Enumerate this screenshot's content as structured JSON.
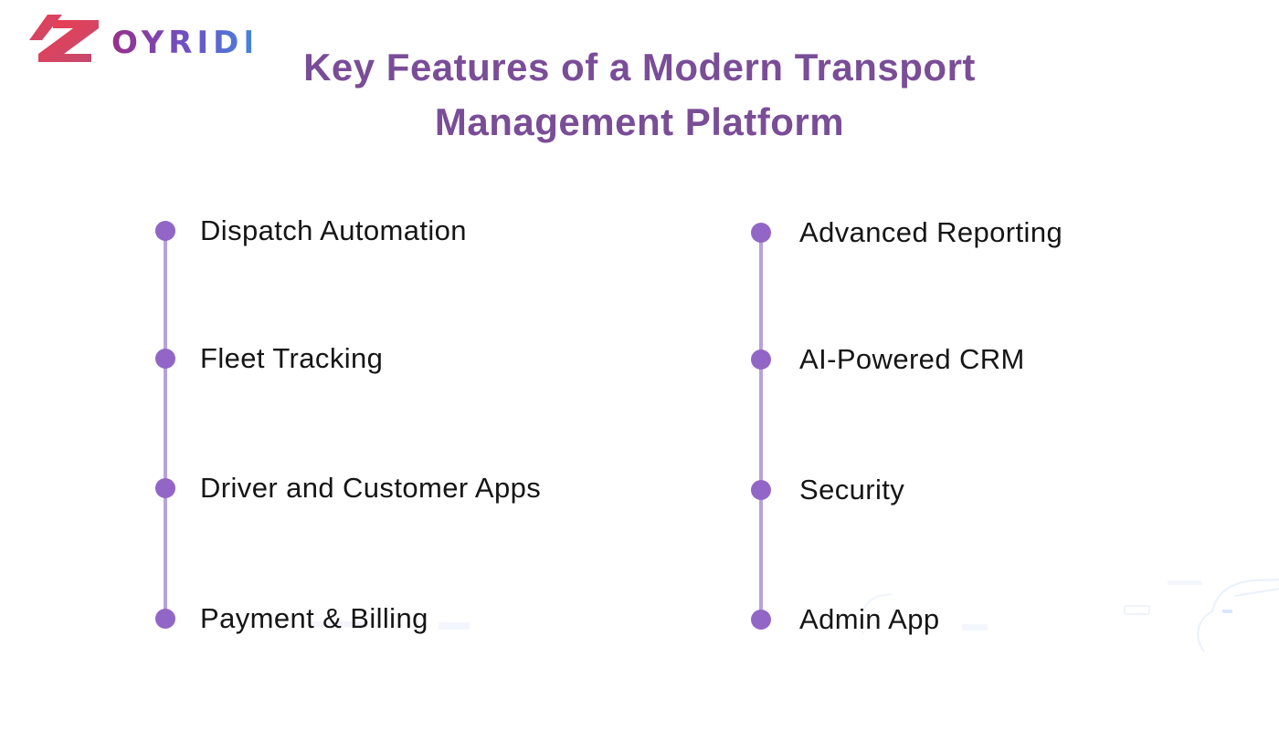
{
  "logo": {
    "brand": "ZOYRIDE",
    "letters": "OYRIDE",
    "mark_color_start": "#EE3D4E",
    "mark_color_end": "#C24A73",
    "letters_color_start": "#98308C",
    "letters_color_mid": "#6C53C5",
    "letters_color_end": "#3B8FE4"
  },
  "title": {
    "line1": "Key Features of a Modern Transport",
    "line2": "Management Platform"
  },
  "features": {
    "left": [
      "Dispatch Automation",
      "Fleet Tracking",
      "Driver and Customer Apps",
      "Payment & Billing"
    ],
    "right": [
      "Advanced Reporting",
      "AI-Powered CRM",
      "Security",
      "Admin App"
    ]
  },
  "theme": {
    "title_color": "#7A4D97",
    "feature_text_color": "#151515",
    "dot_color": "#9266C6",
    "timeline_color": "#B6A2DB",
    "background_color": "#FFFFFF",
    "watermark_color": "#EDF3FC"
  }
}
